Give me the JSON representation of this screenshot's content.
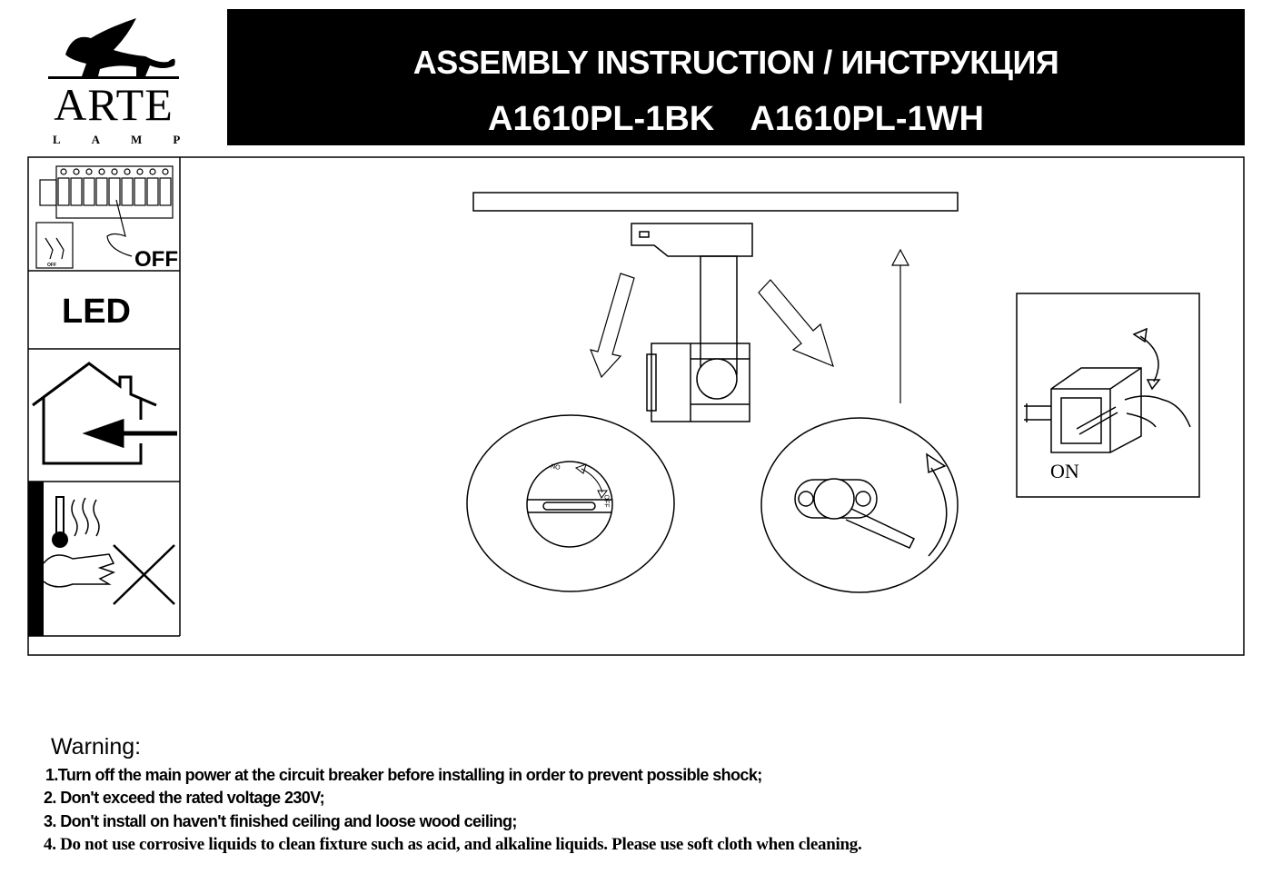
{
  "brand": {
    "name": "ARTE",
    "sub": "LAMP"
  },
  "header": {
    "title": "ASSEMBLY INSTRUCTION / ИНСТРУКЦИЯ",
    "models": "A1610PL-1BK A1610PL-1WH"
  },
  "sidebar": {
    "off_label": "OFF",
    "small_off_label": "OFF",
    "led_label": "LED"
  },
  "diagram": {
    "no_label": "NO",
    "off_label": "OFF",
    "on_label": "ON"
  },
  "warning": {
    "heading": "Warning:",
    "items": [
      "1.Turn off the main power at the circuit breaker before installing in order to prevent  possible shock;",
      "2. Don't exceed the rated voltage 230V;",
      "3. Don't install on haven't finished ceiling and loose wood ceiling;",
      "4. Do not use corrosive liquids to clean fixture such as acid, and alkaline liquids. Please use soft cloth  when cleaning."
    ]
  }
}
